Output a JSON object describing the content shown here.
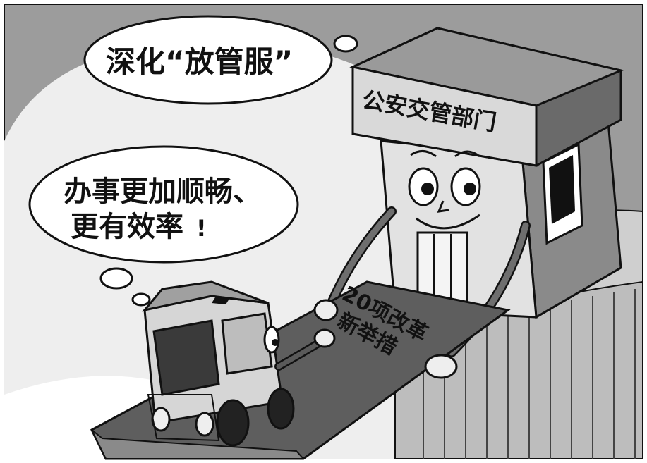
{
  "bubbles": {
    "top": {
      "text": "深化“放管服”"
    },
    "left": {
      "line1": "办事更加顺畅、",
      "line2": "更有效率",
      "punct": "!"
    }
  },
  "building": {
    "sign": "公安交管部门"
  },
  "board": {
    "line1": "20项改革",
    "line2": "新举措"
  },
  "colors": {
    "ink": "#111111",
    "sky": "#9c9c9c",
    "cloud": "#eeeeee",
    "building_front": "#e2e2e2",
    "building_side": "#8a8a8a",
    "roof": "#6a6a6a",
    "board": "#5e5e5e",
    "car": "#d6d6d6",
    "pillar": "#bdbdbd"
  }
}
